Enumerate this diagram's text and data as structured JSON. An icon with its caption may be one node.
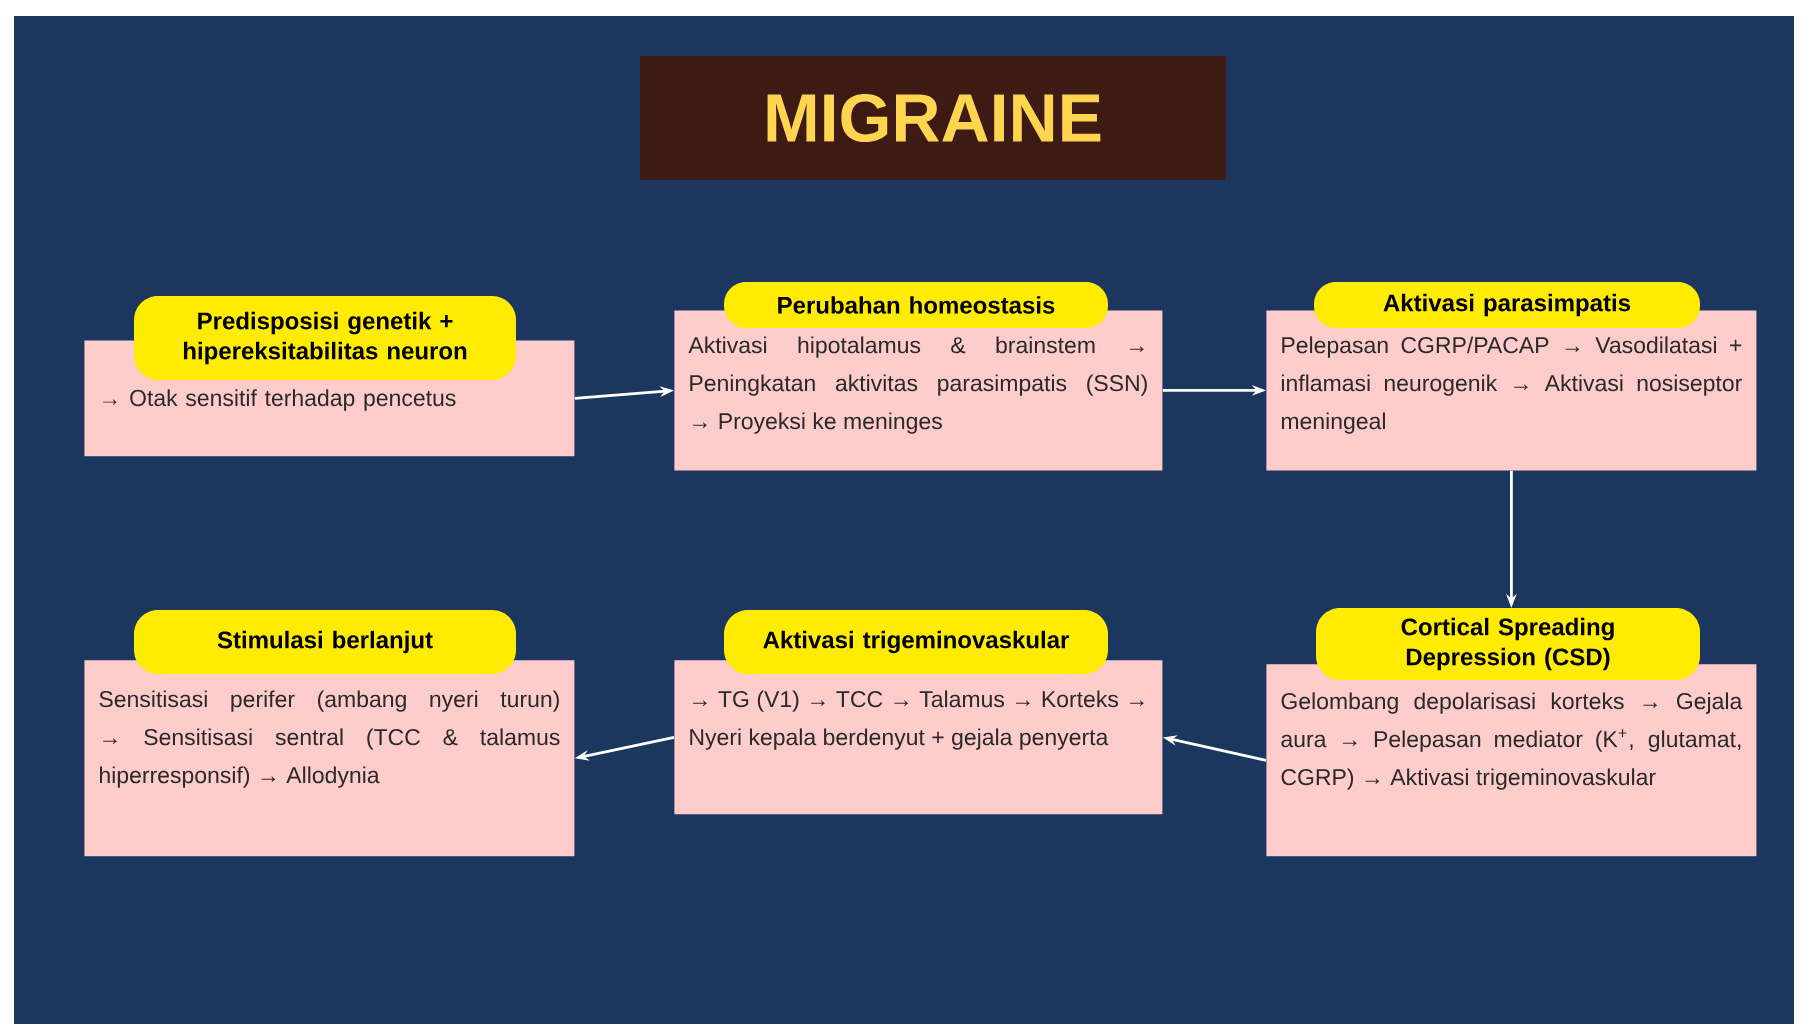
{
  "diagram": {
    "title": "MIGRAINE",
    "nodes": [
      {
        "text": [
          "Predisposisi genetik + hipereksitabilitas neuron",
          "→ Otak sensitif terhadap pencetus"
        ]
      },
      {
        "text": [
          "Perubahan homeostasis",
          "Aktivasi hipotalamus & brainstem → Peningkatan aktivitas parasimpatis (SSN) → Proyeksi ke meninges"
        ]
      },
      {
        "text": [
          "Aktivasi parasimpatis",
          "Pelepasan CGRP/PACAP → Vasodilatasi + inflamasi neurogenik → Aktivasi nosiseptor meningeal"
        ]
      },
      {
        "text": [
          "Cortical Spreading Depression (CSD)",
          "Gelombang depolarisasi korteks → Gejala aura → Pelepasan mediator (K$^{+}$, glutamat, CGRP) → Aktivasi trigeminovaskular"
        ]
      },
      {
        "text": [
          "Aktivasi trigeminovaskular",
          "→ TG (V1) → TCC → Talamus → Korteks → Nyeri kepala berdenyut + gejala penyerta"
        ]
      },
      {
        "text": [
          "Stimulasi berlanjut",
          "Sensitisasi perifer (ambang nyeri turun) → Sensitisasi sentral (TCC & talamus hiperresponsif) → Allodynia"
        ]
      }
    ],
    "edges": [
      {
        "from": 0,
        "to": 1,
        "arrow": "to"
      },
      {
        "from": 1,
        "to": 2,
        "arrow": "to"
      },
      {
        "from": 2,
        "to": 3,
        "arrow": "to"
      },
      {
        "from": 3,
        "to": 4,
        "arrow": "to"
      },
      {
        "from": 4,
        "to": 5,
        "arrow": "to"
      }
    ]
  }
}
